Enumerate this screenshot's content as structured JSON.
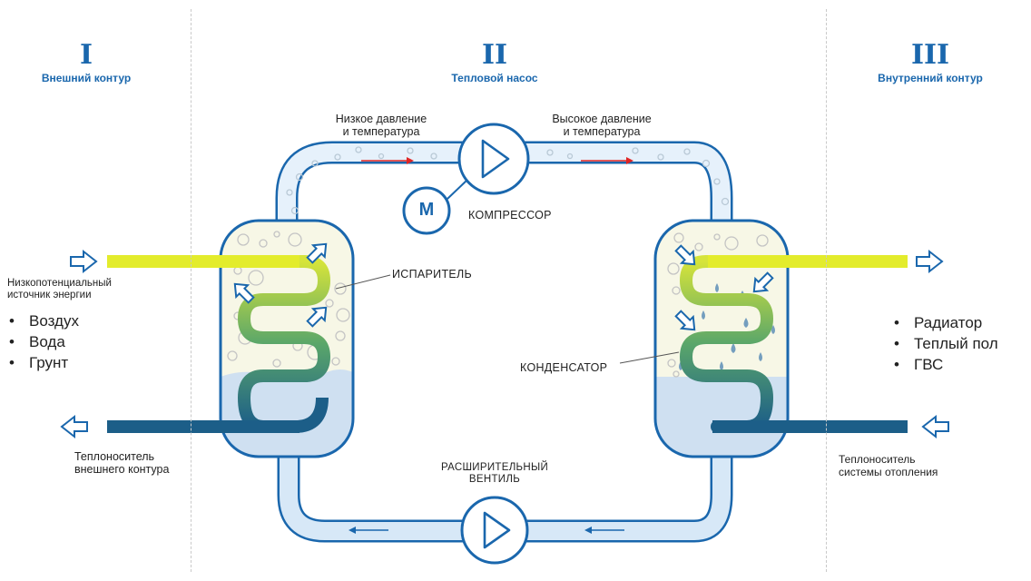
{
  "sections": [
    {
      "numeral": "I",
      "title": "Внешний контур"
    },
    {
      "numeral": "II",
      "title": "Тепловой насос"
    },
    {
      "numeral": "III",
      "title": "Внутренний контур"
    }
  ],
  "labels": {
    "low_pressure": [
      "Низкое давление",
      "и температура"
    ],
    "high_pressure": [
      "Высокое давление",
      "и температура"
    ],
    "compressor": "КОМПРЕССОР",
    "motor": "M",
    "evaporator": "ИСПАРИТЕЛЬ",
    "condenser": "КОНДЕНСАТОР",
    "expansion_valve": [
      "РАСШИРИТЕЛЬНЫЙ",
      "ВЕНТИЛЬ"
    ],
    "source": [
      "Низкопотенциальный",
      "источник энергии"
    ],
    "source_items": [
      "Воздух",
      "Вода",
      "Грунт"
    ],
    "consumer_items": [
      "Радиатор",
      "Теплый пол",
      "ГВС"
    ],
    "outer_carrier": [
      "Теплоноситель",
      "внешнего контура"
    ],
    "heating_carrier": [
      "Теплоноситель",
      "системы отопления"
    ]
  },
  "colors": {
    "accent_blue": "#1a67ad",
    "pipe_fill": "#d7e8f7",
    "yellow": "#e3ec2c",
    "dark_blue": "#1c5e88",
    "arrow_red": "#e02525"
  }
}
